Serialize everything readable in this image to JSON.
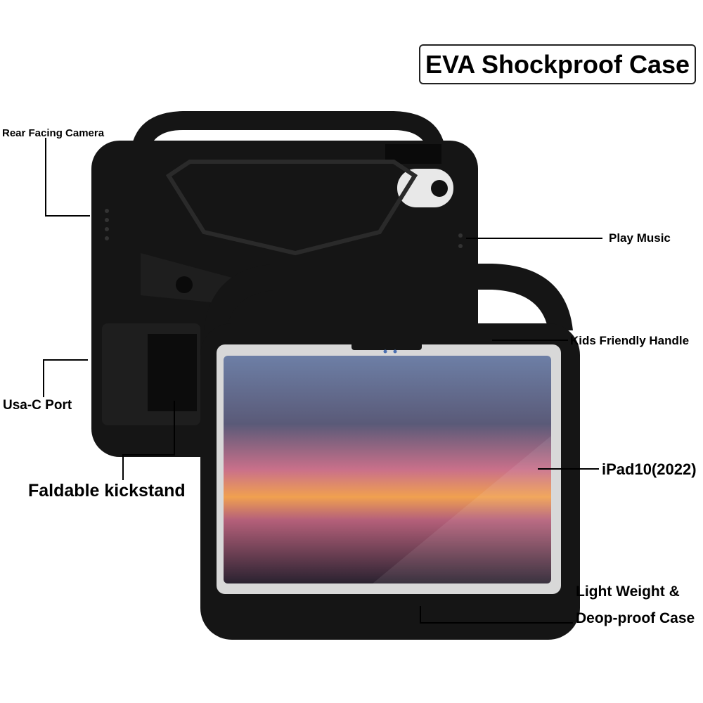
{
  "title": "EVA Shockproof Case",
  "labels": {
    "rear_camera": "Rear Facing Camera",
    "play_music": "Play Music",
    "handle": "Kids Friendly Handle",
    "port": "Usa-C Port",
    "model": "iPad10(2022)",
    "kickstand": "Faldable kickstand",
    "light_weight": "Light Weight &",
    "drop_proof": "Deop-proof Case"
  },
  "colors": {
    "case": "#151515",
    "line": "#000000"
  }
}
